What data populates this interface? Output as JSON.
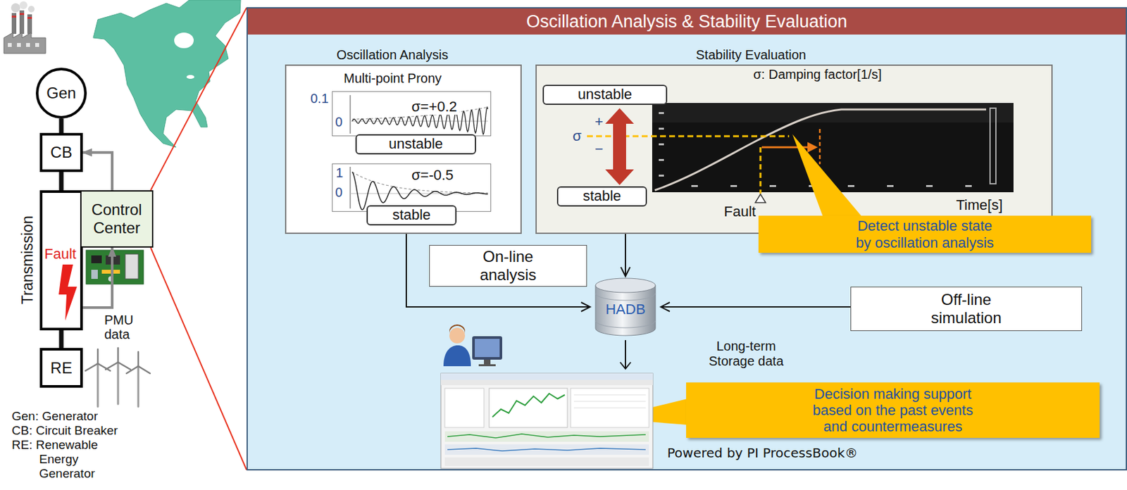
{
  "diagram": {
    "nodes": [
      {
        "text": [
          "Gen"
        ]
      },
      {
        "text": [
          "CB"
        ]
      },
      {
        "text": [
          "Transmission",
          "Fault"
        ]
      },
      {
        "text": [
          "Control Center"
        ]
      },
      {
        "text": [
          "RE"
        ]
      },
      {
        "text": [
          "Oscillation Analysis & Stability Evaluation"
        ]
      },
      {
        "text": [
          "Oscillation Analysis",
          "Multi-point Prony"
        ],
        "in": 5
      },
      {
        "text": [
          "σ=+0.2"
        ],
        "in": 6
      },
      {
        "text": [
          "unstable"
        ],
        "in": 6
      },
      {
        "text": [
          "σ=-0.5"
        ],
        "in": 6
      },
      {
        "text": [
          "stable"
        ],
        "in": 6
      },
      {
        "text": [
          "Stability Evaluation",
          "σ: Damping factor[1/s]"
        ],
        "in": 5
      },
      {
        "text": [
          "unstable"
        ],
        "in": 11
      },
      {
        "text": [
          "stable"
        ],
        "in": 11
      },
      {
        "text": [
          "Detect unstable state by oscillation analysis"
        ],
        "in": 5
      },
      {
        "text": [
          "On-line analysis"
        ],
        "in": 5
      },
      {
        "text": [
          "HADB"
        ],
        "in": 5
      },
      {
        "text": [
          "Off-line simulation"
        ],
        "in": 5
      },
      {
        "text": [
          "Decision making support based on the past events and countermeasures"
        ],
        "in": 5
      }
    ],
    "edges": [
      {
        "from": 0,
        "to": 1,
        "arrow": "none"
      },
      {
        "from": 1,
        "to": 2,
        "arrow": "none"
      },
      {
        "from": 2,
        "to": 4,
        "arrow": "none"
      },
      {
        "from": 3,
        "to": 1,
        "arrow": "to"
      },
      {
        "from": 2,
        "to": 3,
        "arrow": "to"
      },
      {
        "from": 6,
        "to": 16,
        "arrow": "to"
      },
      {
        "from": 11,
        "to": 16,
        "arrow": "to"
      },
      {
        "from": 17,
        "to": 16,
        "arrow": "to"
      }
    ],
    "labels": [
      "PMU data",
      "Gen: Generator",
      "CB: Circuit Breaker",
      "RE: Renewable Energy Generator",
      "0.1",
      "0",
      "1",
      "0",
      "σ",
      "+",
      "−",
      "Fault",
      "Time[s]",
      "Long-term Storage data",
      "Powered by PI ProcessBook®"
    ]
  }
}
